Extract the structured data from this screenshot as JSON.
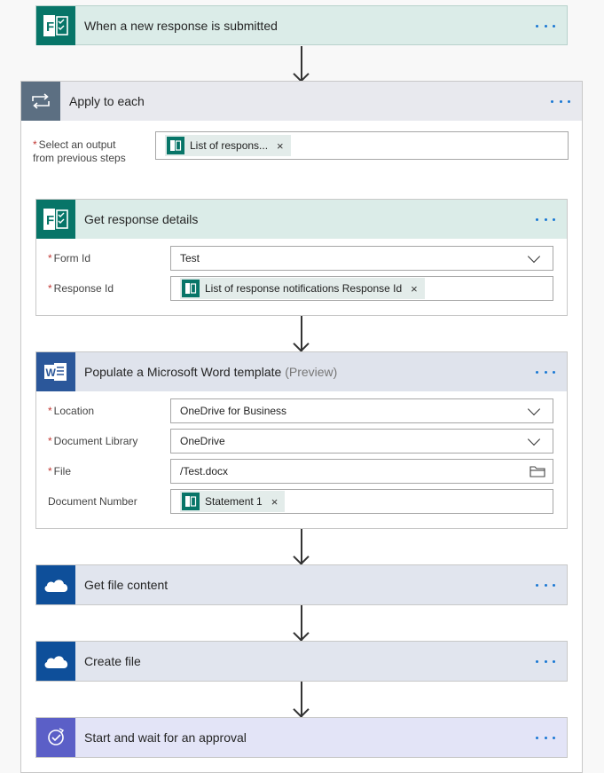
{
  "trigger": {
    "title": "When a new response is submitted",
    "color": "#077568",
    "header_bg": "#dbece8"
  },
  "apply_each": {
    "title": "Apply to each",
    "field_label": "Select an output from previous steps",
    "token": "List of respons...",
    "header_bg": "#e8e9ee",
    "icon_bg": "#5c6f82"
  },
  "get_response": {
    "title": "Get response details",
    "fields": [
      {
        "label": "Form Id",
        "value": "Test"
      },
      {
        "label": "Response Id",
        "token": "List of response notifications Response Id"
      }
    ]
  },
  "word": {
    "title": "Populate a Microsoft Word template",
    "tag": "(Preview)",
    "icon_color": "#2b579a",
    "fields": [
      {
        "label": "Location",
        "value": "OneDrive for Business"
      },
      {
        "label": "Document Library",
        "value": "OneDrive"
      },
      {
        "label": "File",
        "value": "/Test.docx"
      },
      {
        "label": "Document Number",
        "token": "Statement 1"
      }
    ]
  },
  "get_file": {
    "title": "Get file content",
    "icon_color": "#0e4f9a"
  },
  "create_file": {
    "title": "Create file",
    "icon_color": "#0e4f9a"
  },
  "approval": {
    "title": "Start and wait for an approval",
    "icon_color": "#5b5fc7",
    "header_bg": "#e3e4f7"
  },
  "required_mark": "*",
  "remove_mark": "×"
}
